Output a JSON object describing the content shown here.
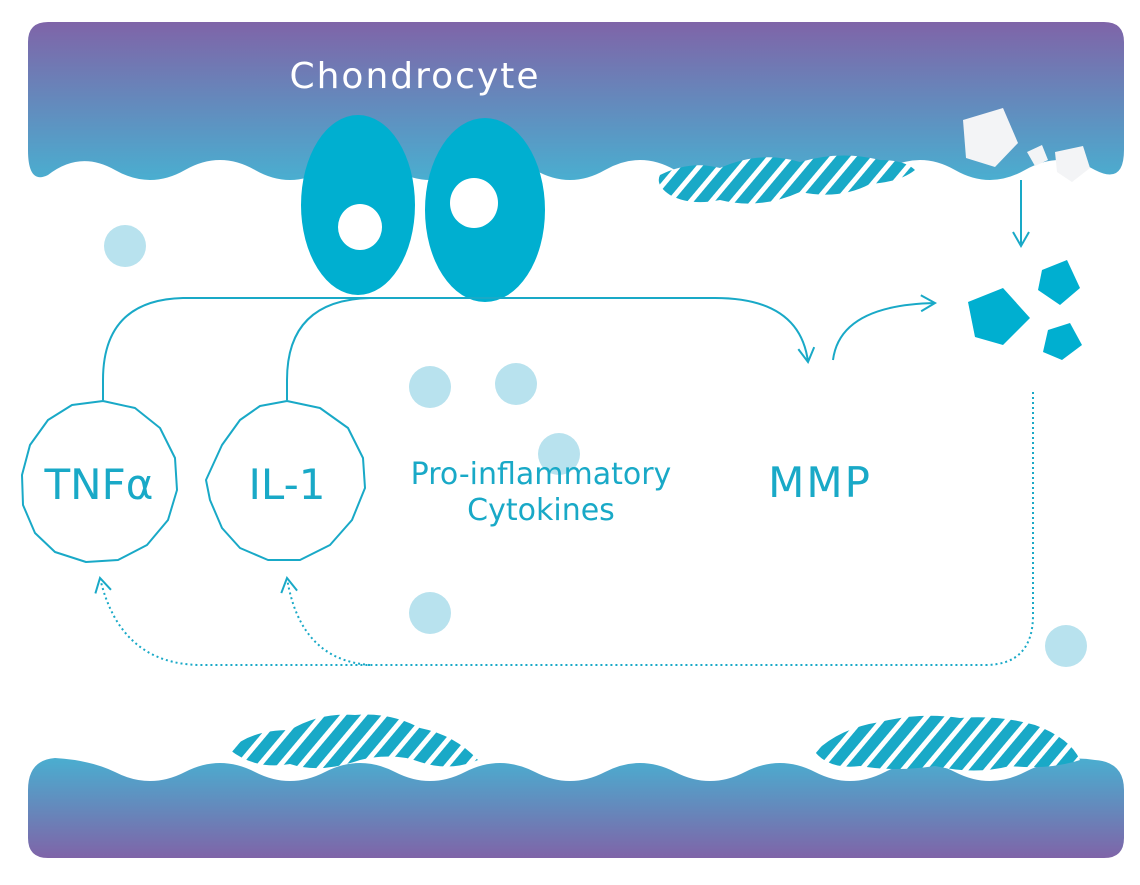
{
  "labels": {
    "chondrocyte": "Chondrocyte",
    "tnf": "TNFα",
    "il1": "IL-1",
    "cytokines_line1": "Pro-inflammatory",
    "cytokines_line2": "Cytokines",
    "mmp": "MMP"
  },
  "colors": {
    "band_top": "#7f64a8",
    "band_bottom": "#4aaed0",
    "cell": "#00afd0",
    "accent": "#19a9c7",
    "bubble": "#b8e2ee",
    "fragment_light": "#f3f4f6",
    "text_white": "#ffffff"
  }
}
